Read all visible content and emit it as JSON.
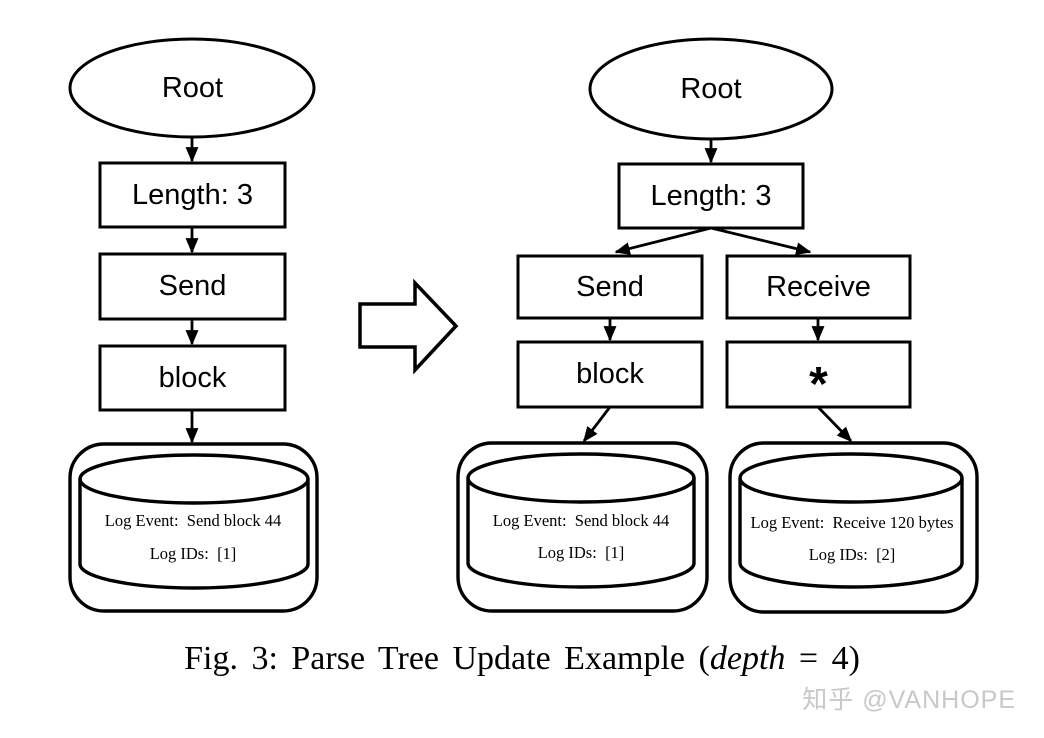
{
  "colors": {
    "ink": "#000000",
    "background": "#ffffff",
    "watermark_gray": "#c8c8c8"
  },
  "left_tree": {
    "root": "Root",
    "length": "Length: 3",
    "send": "Send",
    "block": "block",
    "db": {
      "log_event": "Log Event:  Send block 44",
      "log_ids": "Log IDs:  [1]"
    }
  },
  "right_tree": {
    "root": "Root",
    "length": "Length: 3",
    "send": "Send",
    "receive": "Receive",
    "block": "block",
    "star": "*",
    "db_send": {
      "log_event": "Log Event:  Send block 44",
      "log_ids": "Log IDs:  [1]"
    },
    "db_receive": {
      "log_event": "Log Event:  Receive 120 bytes",
      "log_ids": "Log IDs:  [2]"
    }
  },
  "caption": {
    "prefix": "Fig. 3: Parse Tree Update Example (",
    "italic": "depth",
    "suffix": " = 4)"
  },
  "watermark": {
    "text": "知乎 @VANHOPE"
  }
}
